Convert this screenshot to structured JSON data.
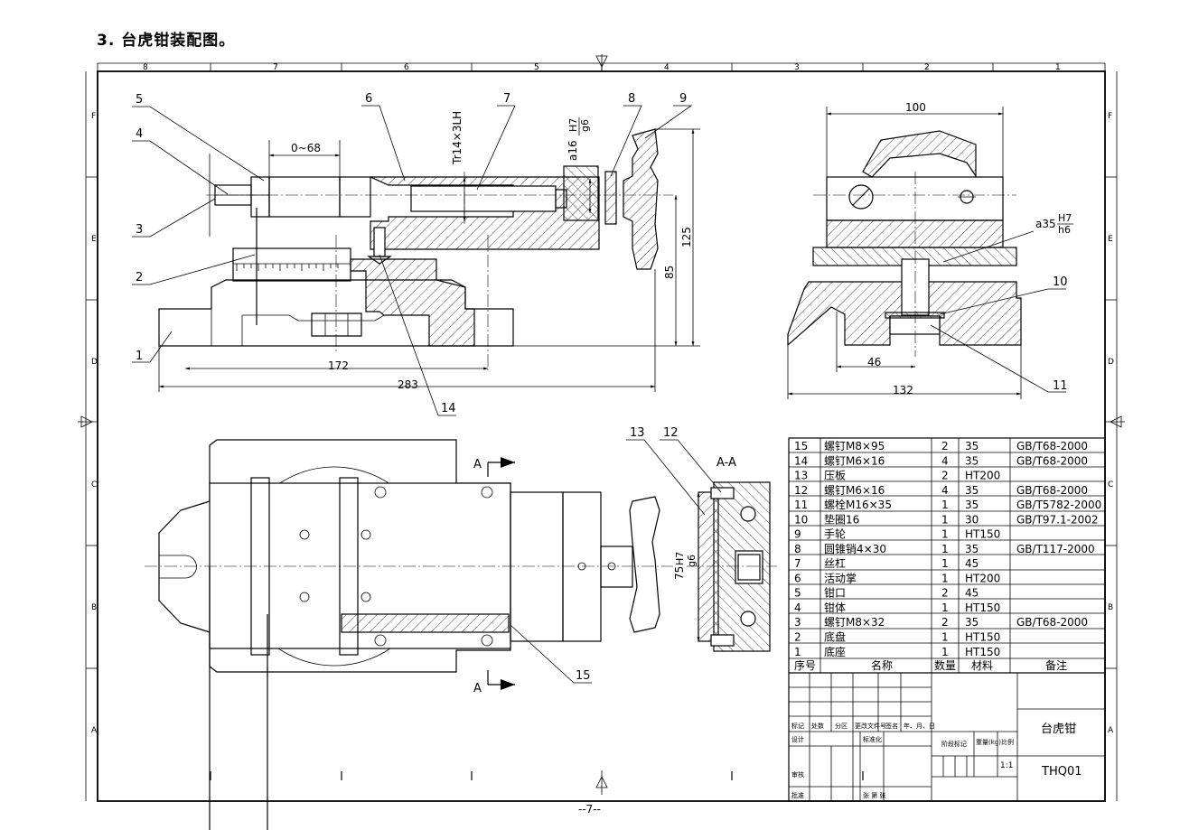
{
  "heading": "3. 台虎钳装配图。",
  "page_number": "--7--",
  "grid": {
    "top_numbers": [
      "8",
      "7",
      "6",
      "5",
      "4",
      "3",
      "2",
      "1"
    ],
    "side_letters": [
      "F",
      "E",
      "D",
      "C",
      "B",
      "A"
    ]
  },
  "front_view": {
    "part_labels": [
      "5",
      "4",
      "3",
      "2",
      "1",
      "6",
      "7",
      "8",
      "9",
      "14"
    ],
    "dims": {
      "travel": "0~68",
      "len_172": "172",
      "len_283": "283",
      "h_85": "85",
      "h_125": "125",
      "thread": "Tr14×3LH",
      "fit_a": "a16",
      "fit_h": "H7",
      "fit_g": "g6"
    }
  },
  "side_view": {
    "part_labels": [
      "10",
      "11"
    ],
    "dims": {
      "w_100": "100",
      "w_46": "46",
      "w_132": "132",
      "fit_a": "a35",
      "fit_h": "H7",
      "fit_l": "h6"
    }
  },
  "top_view": {
    "section_marks": [
      "A",
      "A"
    ],
    "part_label": "15"
  },
  "section_view": {
    "title": "A-A",
    "part_labels": [
      "13",
      "12"
    ],
    "dims": {
      "d75": "75",
      "fit_h": "H7",
      "fit_g": "g6"
    }
  },
  "bom": {
    "rows": [
      {
        "no": "15",
        "name": "螺钉M8×95",
        "qty": "2",
        "material": "35",
        "note": "GB/T68-2000"
      },
      {
        "no": "14",
        "name": "螺钉M6×16",
        "qty": "4",
        "material": "35",
        "note": "GB/T68-2000"
      },
      {
        "no": "13",
        "name": "压板",
        "qty": "2",
        "material": "HT200",
        "note": ""
      },
      {
        "no": "12",
        "name": "螺钉M6×16",
        "qty": "4",
        "material": "35",
        "note": "GB/T68-2000"
      },
      {
        "no": "11",
        "name": "螺栓M16×35",
        "qty": "1",
        "material": "35",
        "note": "GB/T5782-2000"
      },
      {
        "no": "10",
        "name": "垫圈16",
        "qty": "1",
        "material": "30",
        "note": "GB/T97.1-2002"
      },
      {
        "no": "9",
        "name": "手轮",
        "qty": "1",
        "material": "HT150",
        "note": ""
      },
      {
        "no": "8",
        "name": "圆锥销4×30",
        "qty": "1",
        "material": "35",
        "note": "GB/T117-2000"
      },
      {
        "no": "7",
        "name": "丝杠",
        "qty": "1",
        "material": "45",
        "note": ""
      },
      {
        "no": "6",
        "name": "活动掌",
        "qty": "1",
        "material": "HT200",
        "note": ""
      },
      {
        "no": "5",
        "name": "钳口",
        "qty": "2",
        "material": "45",
        "note": ""
      },
      {
        "no": "4",
        "name": "钳体",
        "qty": "1",
        "material": "HT150",
        "note": ""
      },
      {
        "no": "3",
        "name": "螺钉M8×32",
        "qty": "2",
        "material": "35",
        "note": "GB/T68-2000"
      },
      {
        "no": "2",
        "name": "底盘",
        "qty": "1",
        "material": "HT150",
        "note": ""
      },
      {
        "no": "1",
        "name": "底座",
        "qty": "1",
        "material": "HT150",
        "note": ""
      }
    ],
    "headers": {
      "no": "序号",
      "name": "名称",
      "qty": "数量",
      "material": "材料",
      "note": "备注"
    }
  },
  "title_block": {
    "drawing_name": "台虎钳",
    "drawing_code": "THQ01",
    "scale": "1:1",
    "small_labels": {
      "mark": "标记",
      "count": "处数",
      "zone": "分区",
      "change_doc": "更改文件号",
      "sign": "签名",
      "date": "年、月、日",
      "design": "设计",
      "standard": "标准化",
      "review": "审核",
      "approve": "批准",
      "stage": "阶段标记",
      "weight": "重量(kg)",
      "ratio": "比例",
      "sheet": "张 第 张"
    }
  }
}
